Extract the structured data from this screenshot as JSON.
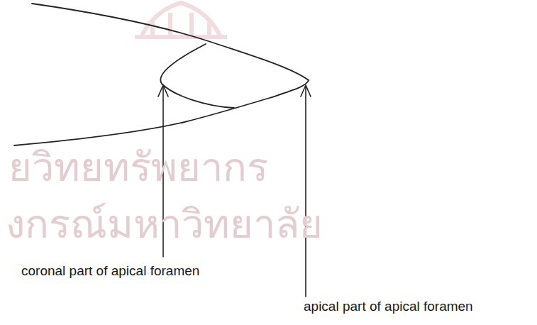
{
  "diagram": {
    "labels": [
      "coronal part of apical foramen",
      "apical part of apical foramen",
      "ยวิทยทรัพยากร",
      "งกรณ์มหาวิทยาลัย"
    ]
  }
}
